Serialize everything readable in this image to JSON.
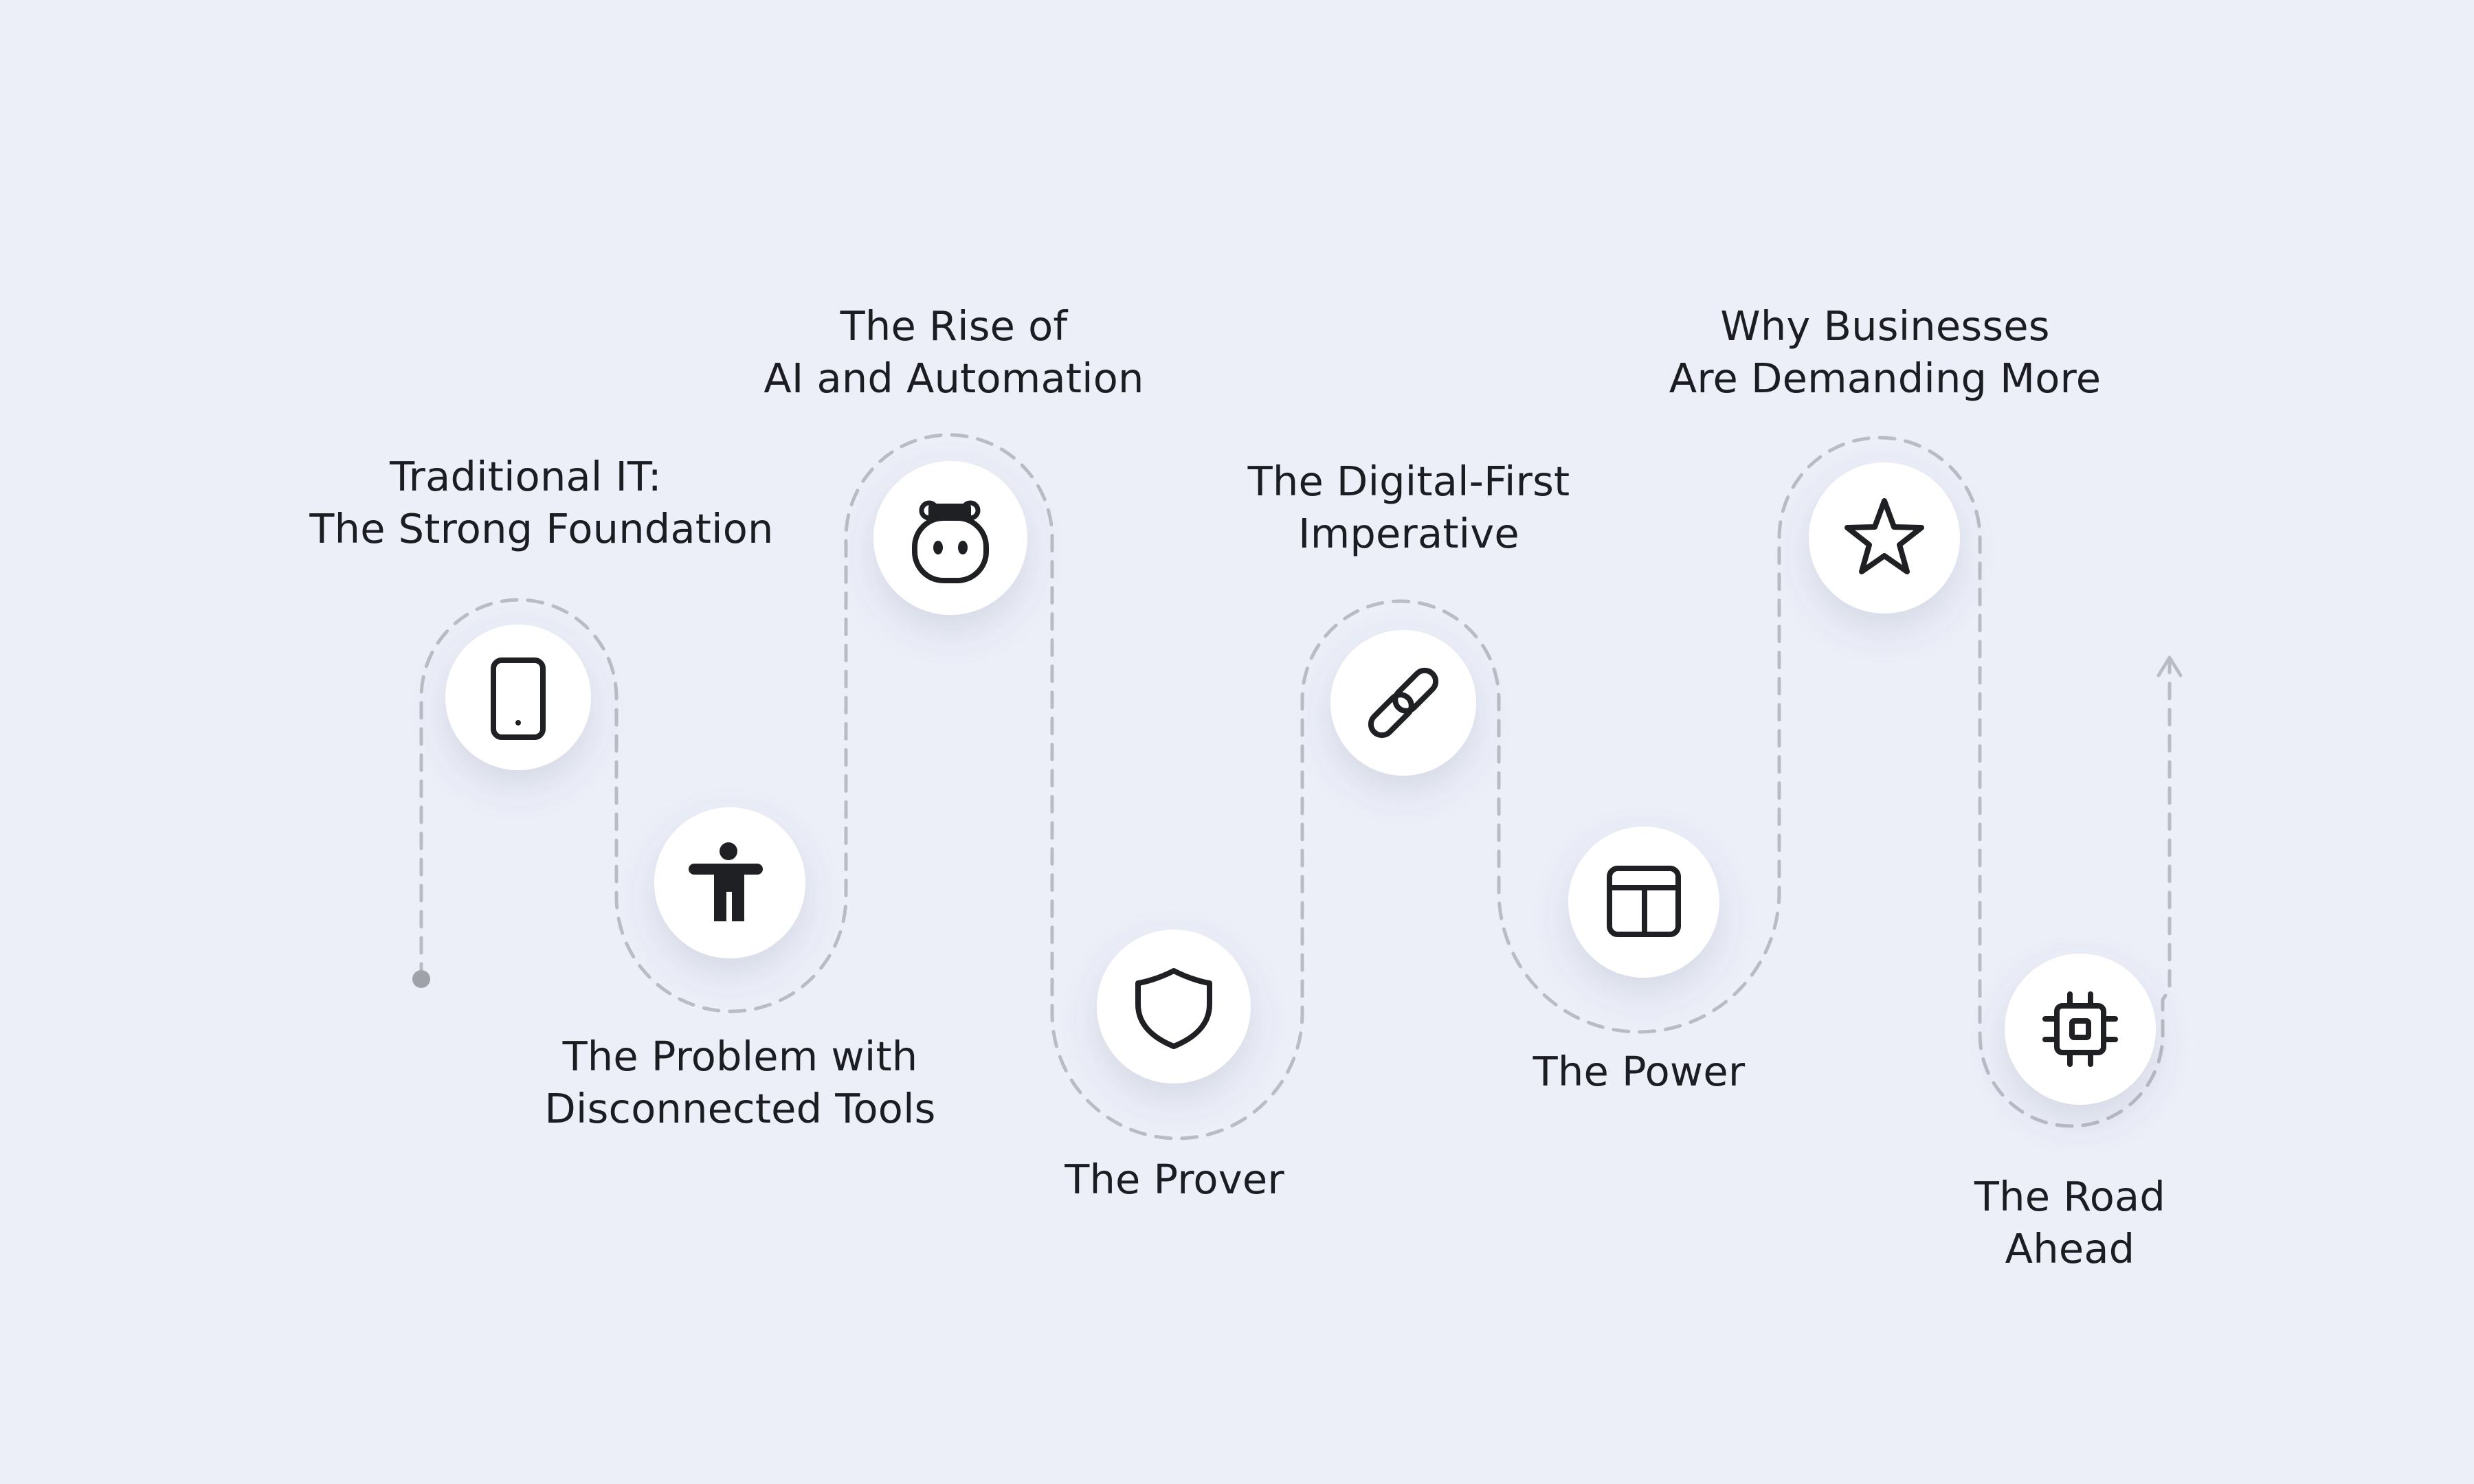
{
  "steps": [
    {
      "id": "traditional-it",
      "icon": "smartphone-icon",
      "title_lines": [
        "Traditional IT:",
        "The Strong Foundation"
      ]
    },
    {
      "id": "disconnected-tools",
      "icon": "person-standing-icon",
      "title_lines": [
        "The Problem with",
        "Disconnected Tools"
      ]
    },
    {
      "id": "ai-automation",
      "icon": "robot-face-icon",
      "title_lines": [
        "The Rise of",
        "AI and Automation"
      ]
    },
    {
      "id": "the-prover",
      "icon": "shield-icon",
      "title_lines": [
        "The Prover"
      ]
    },
    {
      "id": "digital-first",
      "icon": "link-icon",
      "title_lines": [
        "The Digital-First",
        "Imperative"
      ]
    },
    {
      "id": "the-power",
      "icon": "layout-panel-icon",
      "title_lines": [
        "The Power"
      ]
    },
    {
      "id": "businesses-demanding",
      "icon": "star-icon",
      "title_lines": [
        "Why Businesses",
        "Are Demanding More"
      ]
    },
    {
      "id": "road-ahead",
      "icon": "cpu-chip-icon",
      "title_lines": [
        "The Road",
        "Ahead"
      ]
    }
  ],
  "colors": {
    "background": "#eceff8",
    "path": "#b9bcc4",
    "circle_fill": "#ffffff",
    "icon_stroke": "#1f2024",
    "text": "#1c1d22",
    "start_dot": "#9fa2a9"
  }
}
